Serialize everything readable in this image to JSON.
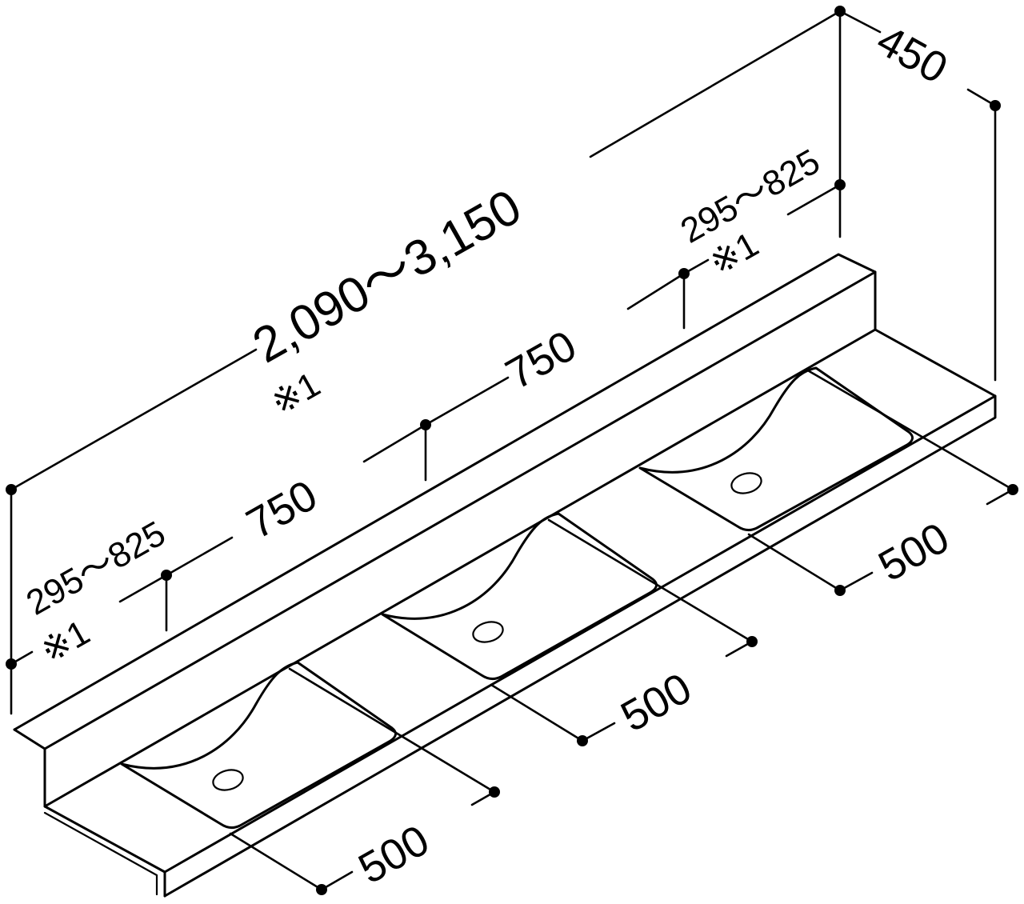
{
  "dimensions": {
    "total_width": "2,090～3,150",
    "depth": "450",
    "pitch_1": "750",
    "pitch_2": "750",
    "end_left": "295～825",
    "end_right": "295～825",
    "bowl_1": "500",
    "bowl_2": "500",
    "bowl_3": "500"
  },
  "notes": {
    "total_note": "※1",
    "left_note": "※1",
    "right_note": "※1"
  }
}
